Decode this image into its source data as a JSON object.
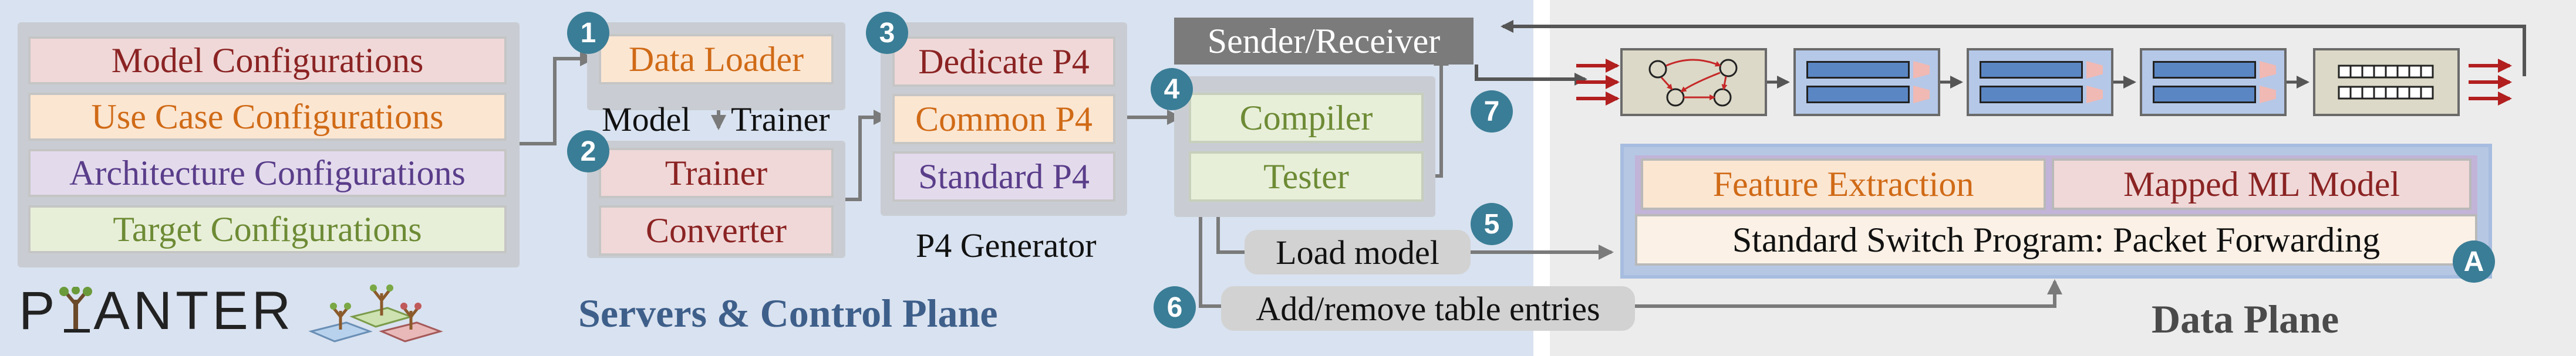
{
  "configs": {
    "model": "Model Configurations",
    "use_case": "Use Case Configurations",
    "architecture": "Architecture Configurations",
    "target": "Target Configurations"
  },
  "steps": [
    "1",
    "2",
    "3",
    "4",
    "5",
    "6",
    "7"
  ],
  "trainer_group": {
    "data_loader": "Data Loader",
    "model_label": "Model",
    "trainer_label": "Trainer",
    "trainer": "Trainer",
    "converter": "Converter"
  },
  "p4_group": {
    "dedicate": "Dedicate P4",
    "common": "Common P4",
    "standard": "Standard P4",
    "caption": "P4 Generator"
  },
  "compiler_group": {
    "compiler": "Compiler",
    "tester": "Tester"
  },
  "sender_receiver": "Sender/Receiver",
  "actions": {
    "load_model": "Load model",
    "table_entries": "Add/remove table entries"
  },
  "logo": {
    "text_pre": "P",
    "text_post": "ANTER"
  },
  "titles": {
    "left": "Servers & Control Plane",
    "right": "Data Plane"
  },
  "switch": {
    "feature_extraction": "Feature Extraction",
    "mapped_model": "Mapped ML Model",
    "standard_program": "Standard Switch Program: Packet Forwarding",
    "badge": "A"
  },
  "colors": {
    "left_bg": "#d9e2f0",
    "right_bg": "#ececec",
    "step_badge": "#3a7d96",
    "packet_arrows": "#b21f1f"
  }
}
